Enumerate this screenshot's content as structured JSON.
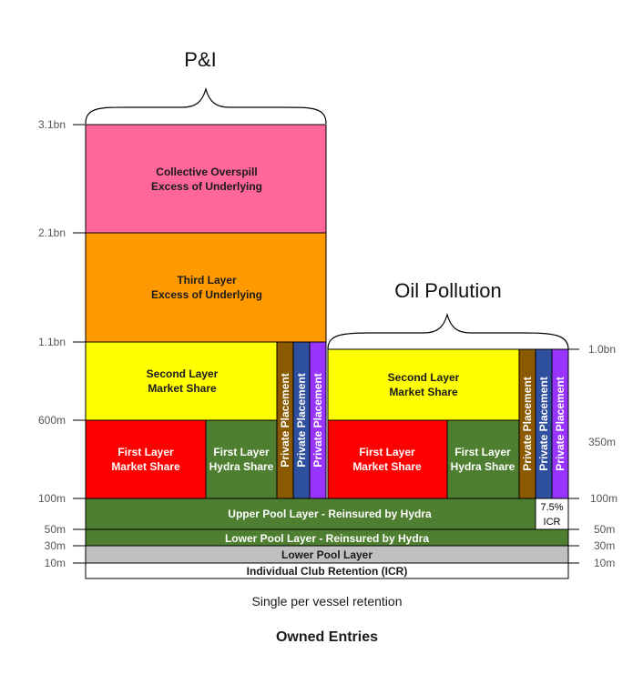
{
  "headings": {
    "pi": "P&I",
    "oil": "Oil Pollution"
  },
  "left_axis": [
    "3.1bn",
    "2.1bn",
    "1.1bn",
    "600m",
    "100m",
    "50m",
    "30m",
    "10m"
  ],
  "right_axis": {
    "top": "1.0bn",
    "mid": "350m",
    "r100": "100m",
    "r50": "50m",
    "r30": "30m",
    "r10": "10m"
  },
  "pi_layers": {
    "collective": [
      "Collective Overspill",
      "Excess of Underlying"
    ],
    "third": [
      "Third Layer",
      "Excess of Underlying"
    ],
    "second": [
      "Second Layer",
      "Market Share"
    ],
    "first_market": [
      "First Layer",
      "Market Share"
    ],
    "first_hydra": [
      "First Layer",
      "Hydra Share"
    ],
    "private_placement": "Private Placement"
  },
  "oil_layers": {
    "second": [
      "Second Layer",
      "Market Share"
    ],
    "first_market": [
      "First Layer",
      "Market Share"
    ],
    "first_hydra": [
      "First Layer",
      "Hydra Share"
    ],
    "private_placement": "Private Placement",
    "icr_box": [
      "7.5%",
      "ICR"
    ]
  },
  "pool_layers": {
    "upper": "Upper Pool Layer - Reinsured by Hydra",
    "lower_reinsured": "Lower Pool Layer - Reinsured by Hydra",
    "lower": "Lower Pool Layer",
    "icr": "Individual Club Retention (ICR)"
  },
  "captions": {
    "retention": "Single per vessel retention",
    "owned": "Owned Entries"
  },
  "colors": {
    "pink": "#ff6699",
    "orange": "#ff9900",
    "yellow": "#ffff00",
    "red": "#ff0000",
    "green": "#4e7e2f",
    "brown": "#8b5a00",
    "blue": "#2f4f9f",
    "purple": "#9933ff",
    "grey": "#c0c0c0"
  }
}
